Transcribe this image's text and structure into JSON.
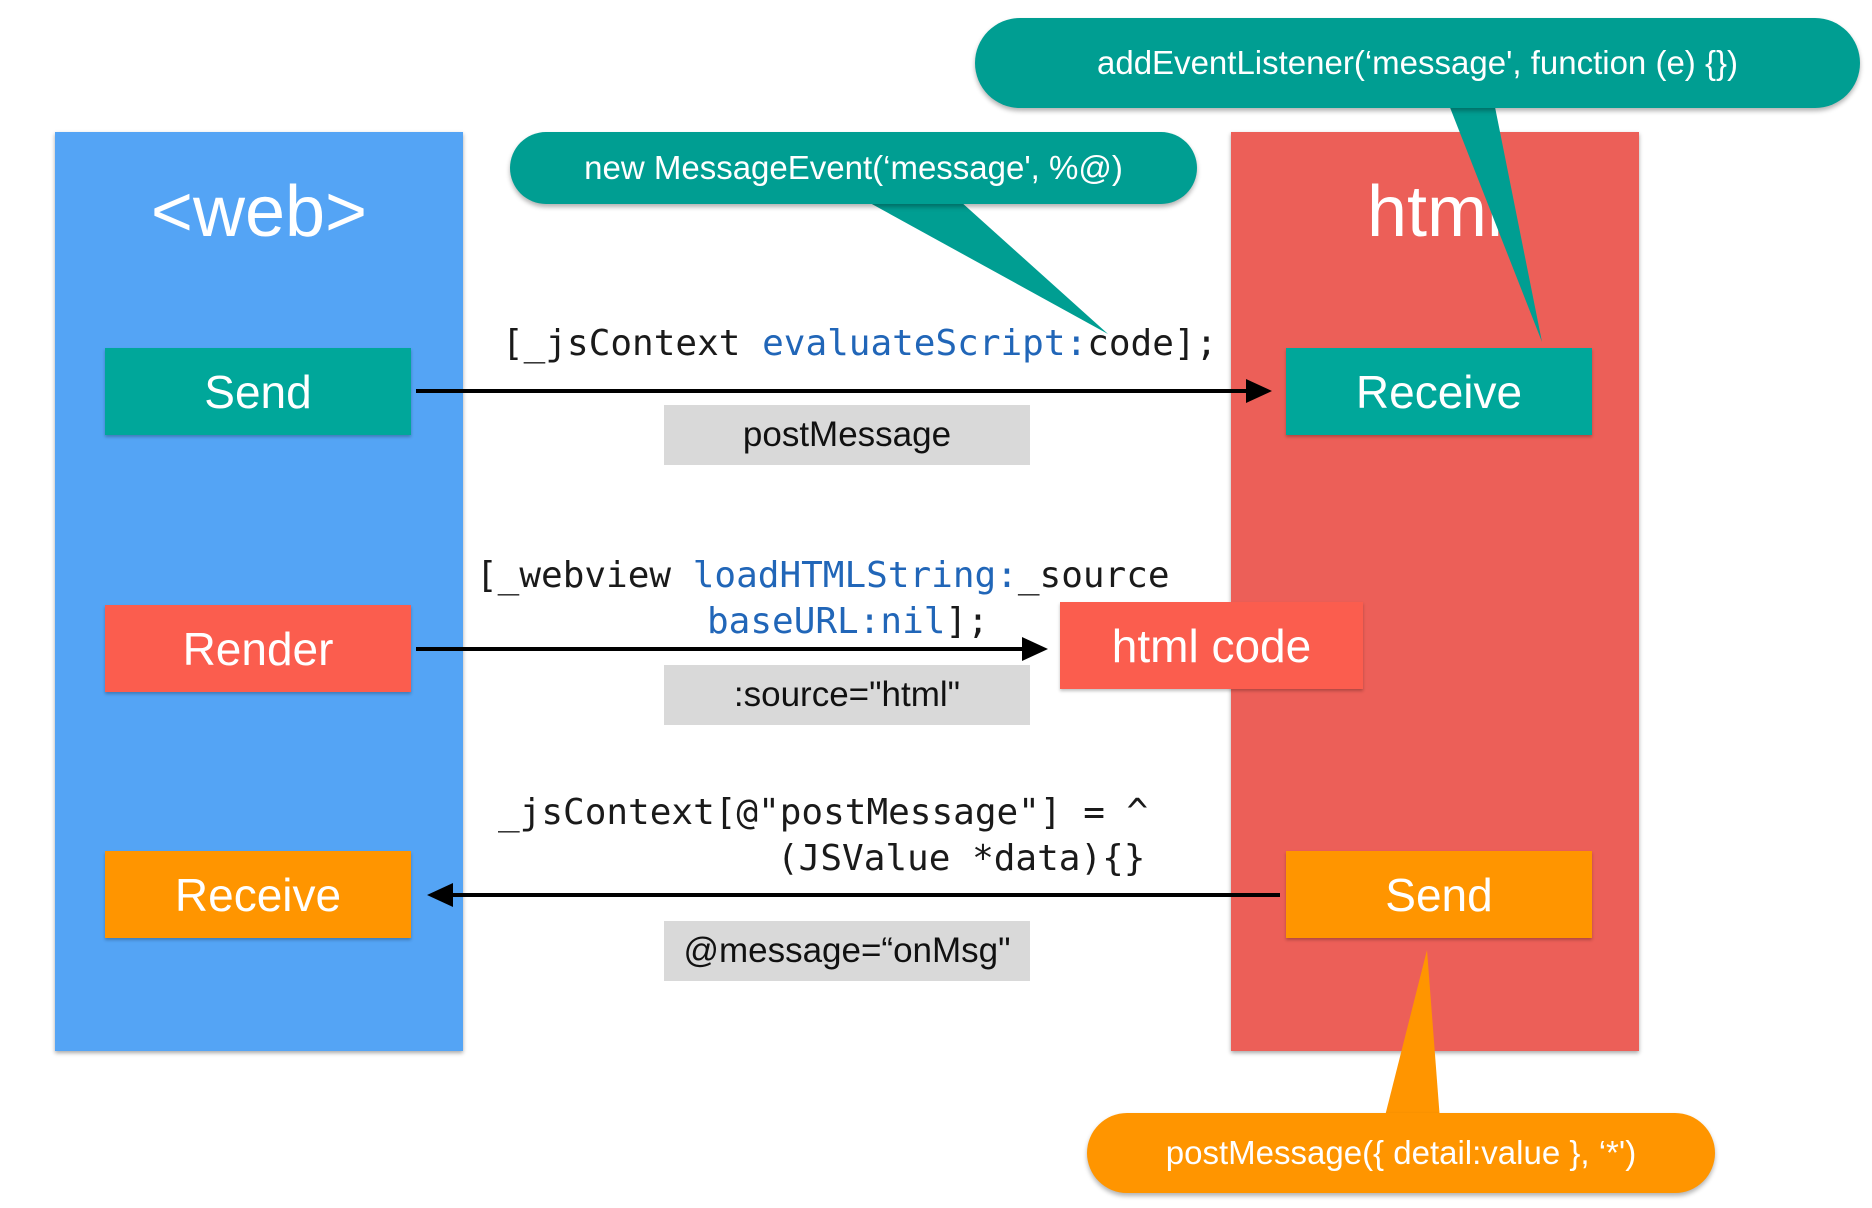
{
  "columns": {
    "left_title": "<web>",
    "right_title": "html"
  },
  "left_boxes": {
    "send": "Send",
    "render": "Render",
    "receive": "Receive"
  },
  "right_boxes": {
    "receive": "Receive",
    "html_code": "html code",
    "send": "Send"
  },
  "arrows": {
    "send_code_prefix": "[_jsContext ",
    "send_code_method": "evaluateScript:",
    "send_code_suffix": "code];",
    "send_label": "postMessage",
    "render_code_line1_prefix": "[_webview ",
    "render_code_line1_method": "loadHTMLString:",
    "render_code_line1_suffix": "_source",
    "render_code_line2_method": "baseURL:",
    "render_code_line2_value": "nil",
    "render_code_line2_suffix": "];",
    "render_label": ":source=\"html\"",
    "receive_code_line1": "_jsContext[@\"postMessage\"] = ^",
    "receive_code_line2": "(JSValue *data){}",
    "receive_label": "@message=“onMsg\""
  },
  "callouts": {
    "add_listener": "addEventListener(‘message', function (e) {})",
    "message_event": "new MessageEvent(‘message', %@)",
    "post_message": "postMessage({ detail:value }, ‘*')"
  },
  "colors": {
    "web_column": "#54a4f5",
    "html_column": "#ec5f58",
    "teal": "#00a79a",
    "red": "#fb5d4e",
    "orange": "#ff9500",
    "label_grey": "#d9d9d9",
    "code_keyword": "#2166b8"
  }
}
